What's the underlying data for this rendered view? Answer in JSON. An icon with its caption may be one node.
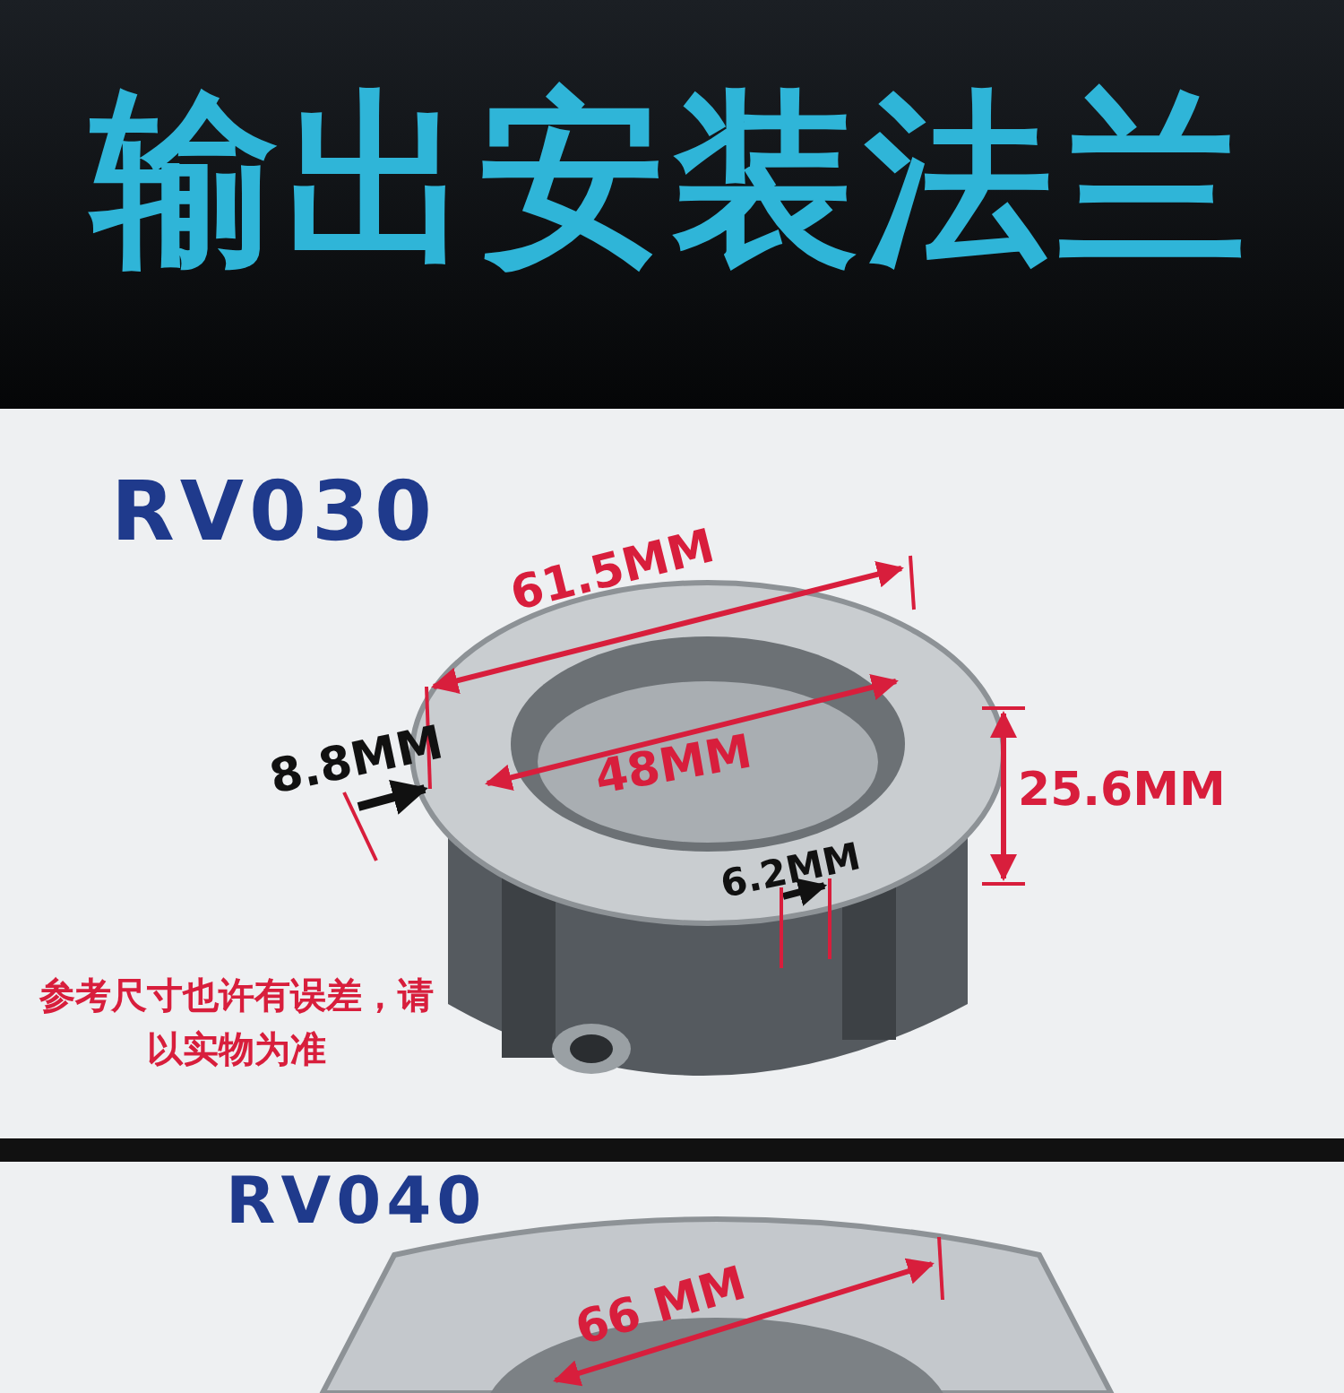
{
  "diagram": {
    "title": "输出安装法兰",
    "labels": [
      "RV030",
      "61.5MM",
      "8.8MM",
      "48MM",
      "25.6MM",
      "6.2MM",
      "参考尺寸也许有误差，请以实物为准",
      "RV040",
      "66 MM"
    ]
  }
}
